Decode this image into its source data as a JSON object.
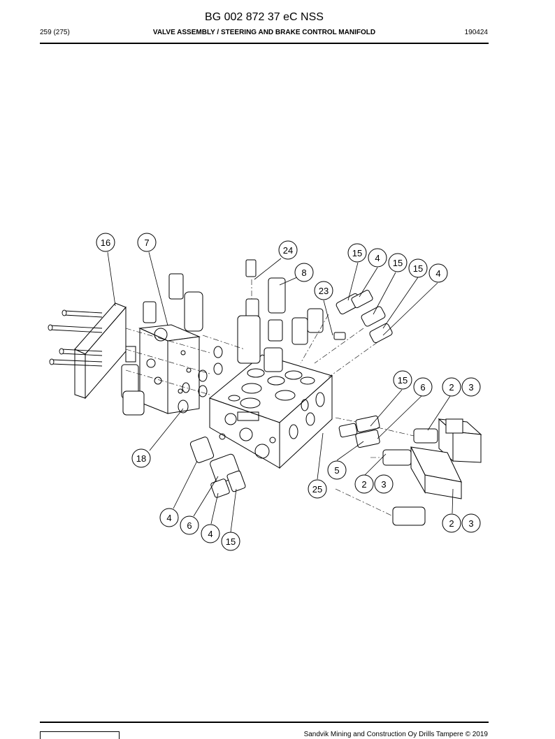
{
  "header": {
    "title": "BG 002 872 37 eC NSS",
    "page": "259 (275)",
    "section": "VALVE ASSEMBLY / STEERING AND BRAKE CONTROL MANIFOLD",
    "date": "190424"
  },
  "callouts": [
    "16",
    "7",
    "24",
    "15",
    "4",
    "15",
    "15",
    "4",
    "8",
    "23",
    "15",
    "6",
    "2",
    "3",
    "18",
    "5",
    "2",
    "3",
    "25",
    "2",
    "3",
    "4",
    "6",
    "4",
    "15"
  ],
  "footer": {
    "copyright": "Sandvik Mining and Construction Oy Drills Tampere © 2019"
  }
}
